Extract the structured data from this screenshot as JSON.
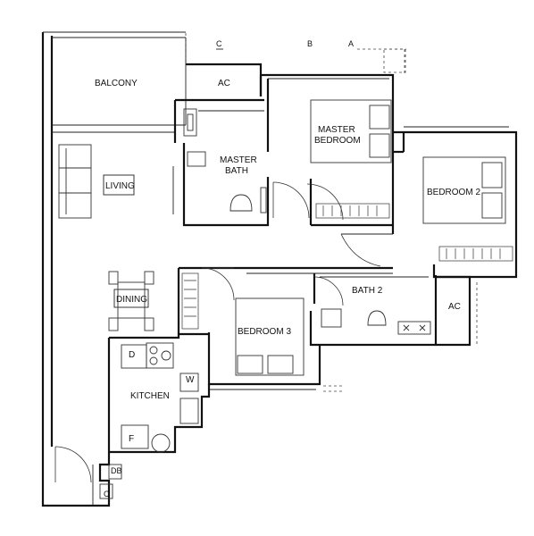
{
  "rooms": {
    "balcony": "BALCONY",
    "ac_top": "AC",
    "living": "LIVING",
    "master_bath_line1": "MASTER",
    "master_bath_line2": "BATH",
    "master_bedroom_line1": "MASTER",
    "master_bedroom_line2": "BEDROOM",
    "bedroom2": "BEDROOM 2",
    "dining": "DINING",
    "bath2": "BATH 2",
    "ac_right": "AC",
    "bedroom3": "BEDROOM 3",
    "kitchen": "KITCHEN",
    "d": "D",
    "w": "W",
    "f": "F",
    "db": "DB",
    "c": "C"
  },
  "section_markers": {
    "c": "C",
    "b": "B",
    "a": "A"
  }
}
